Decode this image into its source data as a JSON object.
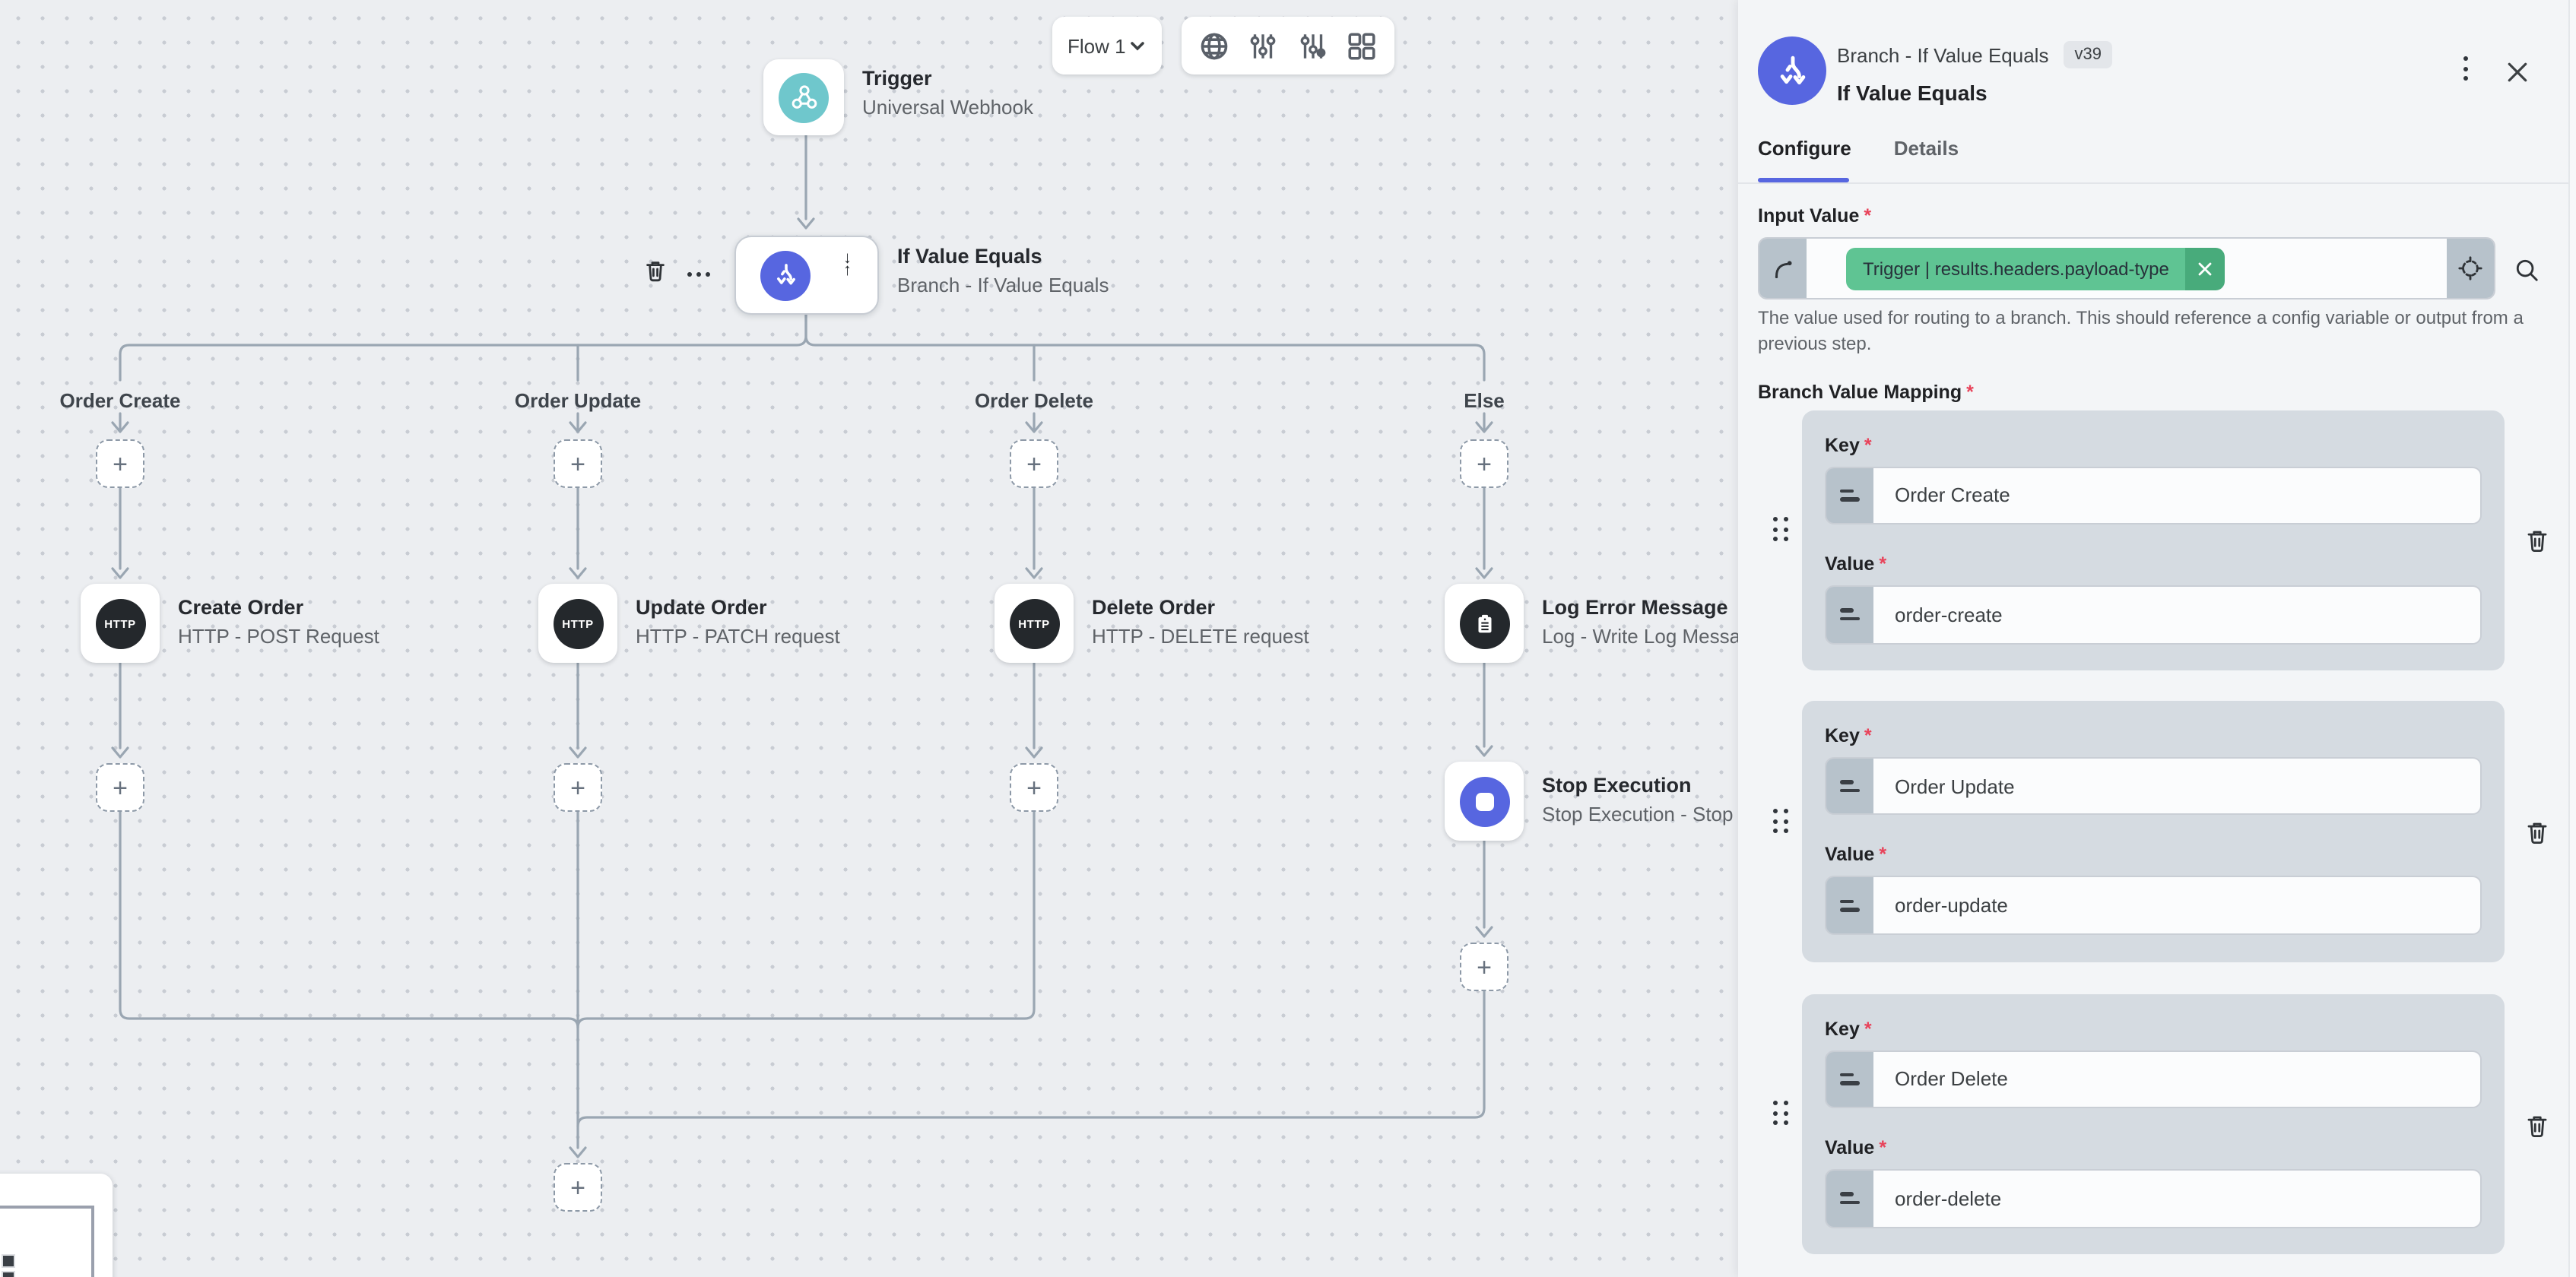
{
  "colors": {
    "accent_indigo": "#5766e0",
    "trigger_teal": "#6fc7cc",
    "node_black": "#24282c",
    "tag_green": "#5fc493",
    "tag_green_dark": "#48ab7b",
    "connector_gray": "#9aa6b2",
    "mapping_card_gray": "#d5dbe1",
    "addon_gray": "#b7c2cb",
    "required_red": "#e8435a"
  },
  "toolbar": {
    "flow_label": "Flow 1",
    "icons": [
      "globe-icon",
      "sliders-icon",
      "sliders-alt-icon",
      "grid-icon"
    ]
  },
  "canvas": {
    "http_badge": "HTTP",
    "trigger": {
      "title": "Trigger",
      "subtitle": "Universal Webhook"
    },
    "branch_node": {
      "title": "If Value Equals",
      "subtitle": "Branch - If Value Equals"
    },
    "branches": [
      {
        "label": "Order Create",
        "node": {
          "title": "Create Order",
          "subtitle": "HTTP - POST Request"
        }
      },
      {
        "label": "Order Update",
        "node": {
          "title": "Update Order",
          "subtitle": "HTTP - PATCH request"
        }
      },
      {
        "label": "Order Delete",
        "node": {
          "title": "Delete Order",
          "subtitle": "HTTP - DELETE request"
        }
      },
      {
        "label": "Else",
        "node": {
          "title": "Log Error Message",
          "subtitle": "Log - Write Log Message"
        },
        "second_node": {
          "title": "Stop Execution",
          "subtitle": "Stop Execution - Stop Execution"
        }
      }
    ]
  },
  "panel": {
    "title": "Branch - If Value Equals",
    "version": "v39",
    "subtitle": "If Value Equals",
    "tabs": [
      {
        "label": "Configure",
        "active": true
      },
      {
        "label": "Details",
        "active": false
      }
    ],
    "input_value": {
      "label": "Input Value",
      "tag": "Trigger | results.headers.payload-type",
      "help": "The value used for routing to a branch. This should reference a config variable or output from a previous step."
    },
    "mapping": {
      "label": "Branch Value Mapping",
      "key_label": "Key",
      "value_label": "Value",
      "items": [
        {
          "key": "Order Create",
          "value": "order-create"
        },
        {
          "key": "Order Update",
          "value": "order-update"
        },
        {
          "key": "Order Delete",
          "value": "order-delete"
        }
      ]
    }
  },
  "marks": {
    "required": "*"
  }
}
